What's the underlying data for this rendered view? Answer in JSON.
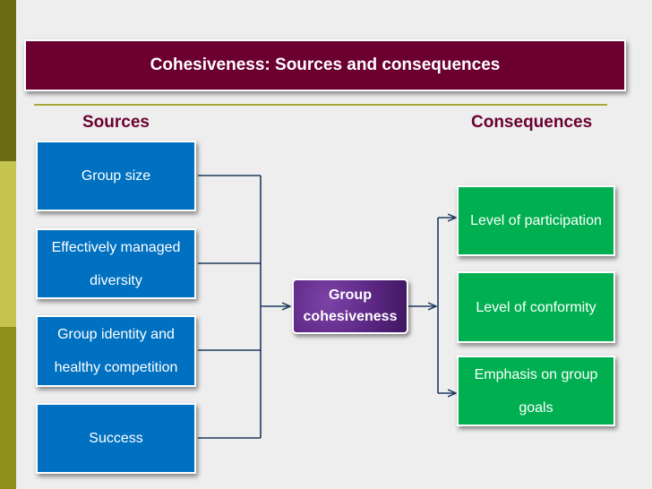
{
  "title": "Cohesiveness: Sources and consequences",
  "headings": {
    "sources": "Sources",
    "consequences": "Consequences"
  },
  "sources": [
    {
      "line1": "Group size",
      "line2": ""
    },
    {
      "line1": "Effectively managed",
      "line2": "diversity"
    },
    {
      "line1": "Group identity and",
      "line2": "healthy competition"
    },
    {
      "line1": "Success",
      "line2": ""
    }
  ],
  "center": {
    "line1": "Group",
    "line2": "cohesiveness"
  },
  "consequences": [
    {
      "line1": "Level of participation",
      "line2": ""
    },
    {
      "line1": "Level of conformity",
      "line2": ""
    },
    {
      "line1": "Emphasis on group",
      "line2": "goals"
    }
  ],
  "colors": {
    "title_bg": "#6b0030",
    "source_box": "#0070c0",
    "consequence_box": "#00b050",
    "center_box": "#5b2783",
    "connector": "#1f3a5f"
  }
}
